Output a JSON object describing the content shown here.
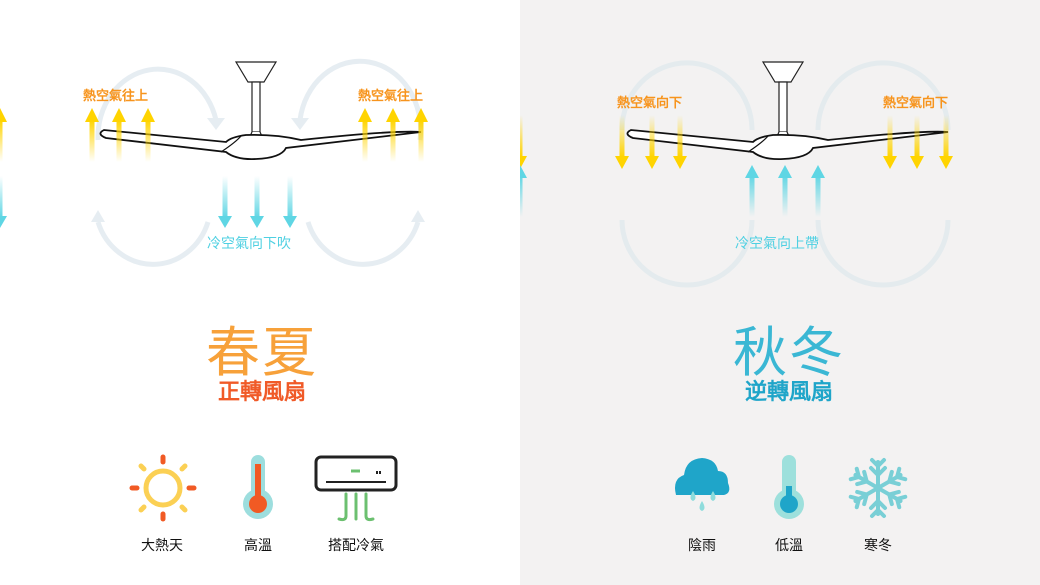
{
  "summer": {
    "hot_label_left": "熱空氣往上",
    "hot_label_right": "熱空氣往上",
    "cold_label": "冷空氣向下吹",
    "season": "春夏",
    "mode": "正轉風扇",
    "icons": [
      {
        "icon": "sun-icon",
        "label": "大熱天"
      },
      {
        "icon": "thermometer-high-icon",
        "label": "高溫"
      },
      {
        "icon": "air-conditioner-icon",
        "label": "搭配冷氣"
      }
    ],
    "season_color": "#f7a13a",
    "mode_color": "#f05a28"
  },
  "winter": {
    "hot_label_left": "熱空氣向下",
    "hot_label_right": "熱空氣向下",
    "cold_label": "冷空氣向上帶",
    "season": "秋冬",
    "mode": "逆轉風扇",
    "icons": [
      {
        "icon": "rain-cloud-icon",
        "label": "陰雨"
      },
      {
        "icon": "thermometer-low-icon",
        "label": "低溫"
      },
      {
        "icon": "snowflake-icon",
        "label": "寒冬"
      }
    ],
    "season_color": "#3ab7d4",
    "mode_color": "#1fa5c9"
  }
}
